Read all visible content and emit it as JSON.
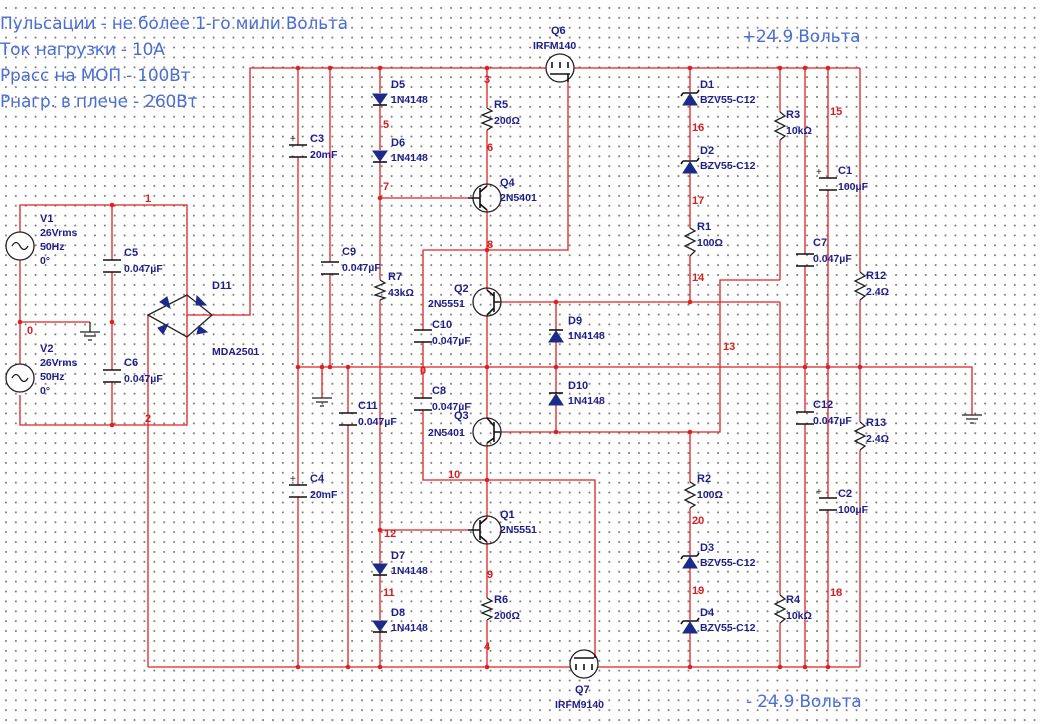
{
  "notes": {
    "ripple": "Пульсации - не более 1-го мили Вольта",
    "load_current": "Ток нагрузки - 10А",
    "mos_dissipation": "Ррасс на МОП - 100Вт",
    "load_power": "Рнагр. в плече - 260Вт",
    "vplus": "+24.9 Вольта",
    "vminus": "- 24.9 Вольта"
  },
  "components": {
    "V1": {
      "ref": "V1",
      "v": "26Vrms",
      "f": "50Hz",
      "ph": "0°"
    },
    "V2": {
      "ref": "V2",
      "v": "26Vrms",
      "f": "50Hz",
      "ph": "0°"
    },
    "C5": {
      "ref": "C5",
      "val": "0.047µF"
    },
    "C6": {
      "ref": "C6",
      "val": "0.047µF"
    },
    "D11": {
      "ref": "D11",
      "val": "MDA2501"
    },
    "C3": {
      "ref": "C3",
      "val": "20mF"
    },
    "C4": {
      "ref": "C4",
      "val": "20mF"
    },
    "C9": {
      "ref": "C9",
      "val": "0.047µF"
    },
    "C11": {
      "ref": "C11",
      "val": "0.047µF"
    },
    "D5": {
      "ref": "D5",
      "val": "1N4148"
    },
    "D6": {
      "ref": "D6",
      "val": "1N4148"
    },
    "D7": {
      "ref": "D7",
      "val": "1N4148"
    },
    "D8": {
      "ref": "D8",
      "val": "1N4148"
    },
    "R7": {
      "ref": "R7",
      "val": "43kΩ"
    },
    "R5": {
      "ref": "R5",
      "val": "200Ω"
    },
    "R6": {
      "ref": "R6",
      "val": "200Ω"
    },
    "Q4": {
      "ref": "Q4",
      "val": "2N5401"
    },
    "Q2": {
      "ref": "Q2",
      "val": "2N5551"
    },
    "Q3": {
      "ref": "Q3",
      "val": "2N5401"
    },
    "Q1": {
      "ref": "Q1",
      "val": "2N5551"
    },
    "C10": {
      "ref": "C10",
      "val": "0.047µF"
    },
    "C8": {
      "ref": "C8",
      "val": "0.047µF"
    },
    "D9": {
      "ref": "D9",
      "val": "1N4148"
    },
    "D10": {
      "ref": "D10",
      "val": "1N4148"
    },
    "Q6": {
      "ref": "Q6",
      "val": "IRFM140"
    },
    "Q7": {
      "ref": "Q7",
      "val": "IRFM9140"
    },
    "D1": {
      "ref": "D1",
      "val": "BZV55-C12"
    },
    "D2": {
      "ref": "D2",
      "val": "BZV55-C12"
    },
    "D3": {
      "ref": "D3",
      "val": "BZV55-C12"
    },
    "D4": {
      "ref": "D4",
      "val": "BZV55-C12"
    },
    "R1": {
      "ref": "R1",
      "val": "100Ω"
    },
    "R2": {
      "ref": "R2",
      "val": "100Ω"
    },
    "R3": {
      "ref": "R3",
      "val": "10kΩ"
    },
    "R4": {
      "ref": "R4",
      "val": "10kΩ"
    },
    "C1": {
      "ref": "C1",
      "val": "100µF"
    },
    "C2": {
      "ref": "C2",
      "val": "100µF"
    },
    "C7": {
      "ref": "C7",
      "val": "0.047µF"
    },
    "C12": {
      "ref": "C12",
      "val": "0.047µF"
    },
    "R12": {
      "ref": "R12",
      "val": "2.4Ω"
    },
    "R13": {
      "ref": "R13",
      "val": "2.4Ω"
    }
  },
  "nets": {
    "n0": "0",
    "n0b": "0",
    "n1": "1",
    "n2": "2",
    "n3": "3",
    "n4": "4",
    "n5": "5",
    "n6": "6",
    "n7": "7",
    "n8": "8",
    "n9": "9",
    "n10": "10",
    "n11": "11",
    "n12": "12",
    "n13": "13",
    "n14": "14",
    "n15": "15",
    "n16": "16",
    "n17": "17",
    "n18": "18",
    "n19": "19",
    "n20": "20"
  }
}
